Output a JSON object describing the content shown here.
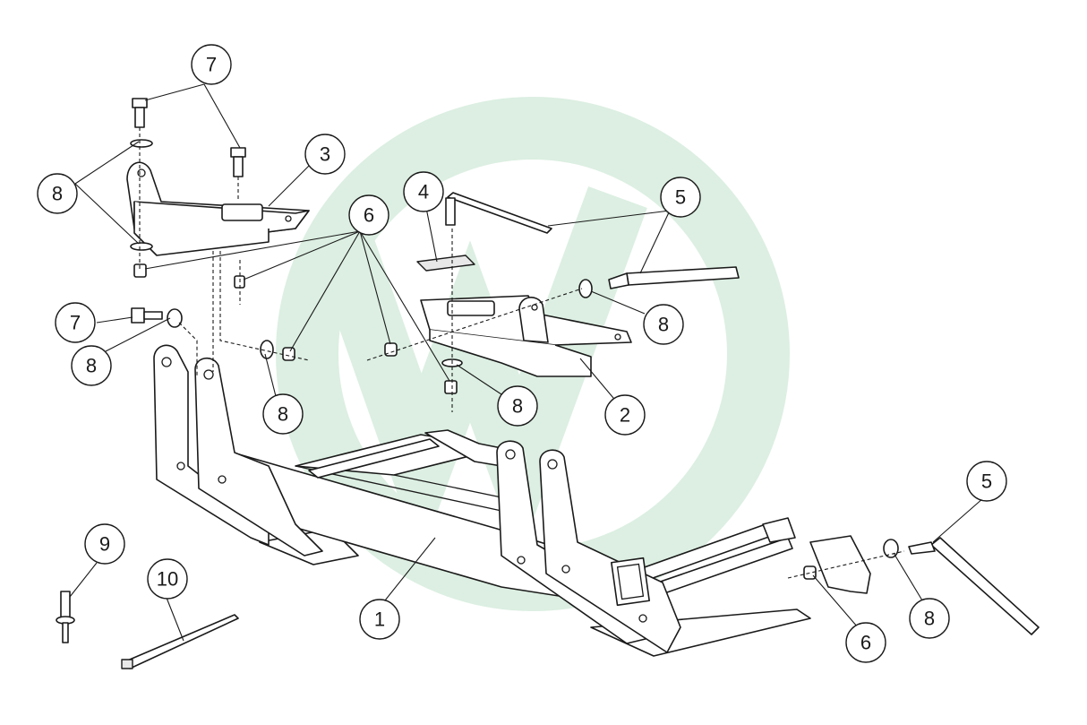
{
  "watermark": {
    "color": "#2aa04f",
    "opacity": 0.16
  },
  "callouts": {
    "c1": "1",
    "c2": "2",
    "c3": "3",
    "c4": "4",
    "c5a": "5",
    "c5b": "5",
    "c6a": "6",
    "c6b": "6",
    "c7a": "7",
    "c7b": "7",
    "c8a": "8",
    "c8b": "8",
    "c8c": "8",
    "c8d": "8",
    "c8e": "8",
    "c8f": "8",
    "c9": "9",
    "c10": "10"
  }
}
